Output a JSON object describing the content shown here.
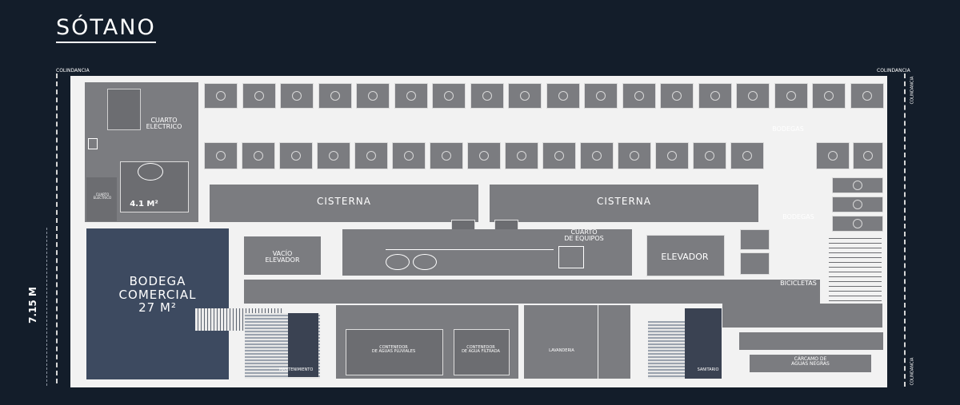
{
  "title": "SÓTANO",
  "edge_labels": {
    "top_left": "COLINDANCIA",
    "top_right": "COLINDANCIA",
    "right_top": "COLINDANCIA",
    "right_bottom": "COLINDANCIA"
  },
  "dimension": "7.15 M",
  "rooms": {
    "cuarto_electrico": "CUARTO\nELECTRICO",
    "cuarto_electrico_small": "CUARTO\nELECTRICO",
    "area_41": "4.1 M²",
    "cisterna_1": "CISTERNA",
    "cisterna_2": "CISTERNA",
    "cuarto_equipos": "CUARTO\nDE EQUIPOS",
    "vacio_elevador": "VACÍO\nELEVADOR",
    "elevador": "ELEVADOR",
    "bodega_comercial_line1": "BODEGA",
    "bodega_comercial_line2": "COMERCIAL",
    "bodega_comercial_area": "27 M²",
    "bodegas_top": "BODEGAS",
    "bodegas_right": "BODEGAS",
    "bicicletas": "BICICLETAS",
    "contenedor_pluviales": "CONTENEDOR\nDE AGUAS PLUVIALES",
    "contenedor_filtrada": "CONTENEDOR\nDE AGUA FILTRADA",
    "lavanderia": "LAVANDERIA",
    "mantenimiento": "MANTENIMIENTO",
    "sanitario": "SANITARIO",
    "carcamo": "CÁRCAMO DE\nAGUAS NEGRAS"
  },
  "colors": {
    "background": "#131d2a",
    "plan_floor": "#f2f2f2",
    "room_gray": "#7b7c80",
    "bodega_comercial": "#3d4a60"
  }
}
